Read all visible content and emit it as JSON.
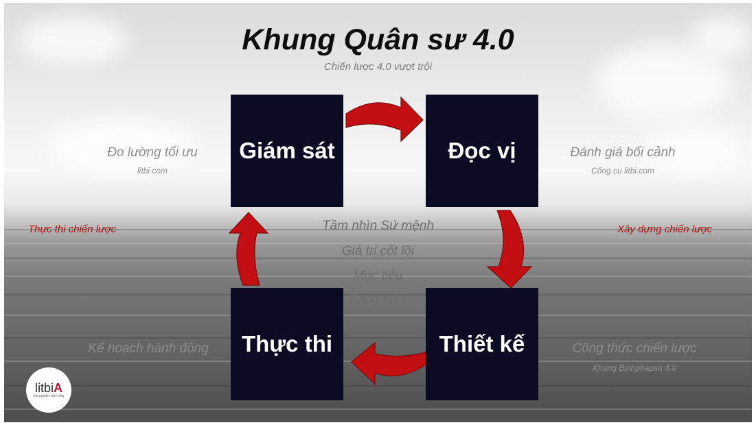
{
  "title": "Khung Quân sư 4.0",
  "subtitle": "Chiến lược 4.0 vượt trội",
  "boxes": {
    "top_left": "Giám sát",
    "top_right": "Đọc vị",
    "bottom_right": "Thiết kế",
    "bottom_left": "Thực thi"
  },
  "left_top": {
    "main": "Đo lường tối ưu",
    "sub": "litbi.com"
  },
  "right_top": {
    "main": "Đánh giá bối cảnh",
    "sub": "Công cụ litbi.com"
  },
  "left_bottom": {
    "main": "Kế hoạch hành động"
  },
  "right_bottom": {
    "main": "Công thức chiến lược",
    "sub": "Khung Binhphapso 4.0"
  },
  "side_labels": {
    "left": "Thực thi chiến lược",
    "right": "Xây dựng chiến lược"
  },
  "center": [
    "Tầm nhìn Sứ mệnh",
    "Giá trị cốt lõi",
    "Mục tiêu",
    "Sáng kiến"
  ],
  "logo": {
    "name_plain": "litbi",
    "name_accent": "A",
    "tagline": "trải nghiệm đơn đều"
  },
  "colors": {
    "box": "#0b0b24",
    "arrow": "#c40f12",
    "accent_text": "#b01010"
  },
  "arrow_icon": "curved-arrow"
}
